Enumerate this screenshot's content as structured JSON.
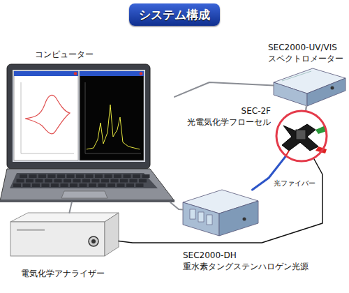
{
  "diagram": {
    "title": "システム構成",
    "nodes": [
      {
        "text": [
          "コンピューター"
        ]
      },
      {
        "text": [
          "SEC2000-UV/VIS",
          "スペクトロメーター"
        ]
      },
      {
        "text": [
          "SEC-2F",
          "光電気化学フローセル"
        ]
      },
      {
        "text": [
          "SEC2000-DH",
          "重水素タングステンハロゲン光源"
        ]
      },
      {
        "text": [
          "電気化学アナライザー"
        ]
      }
    ],
    "edges": [
      {
        "from": 0,
        "to": 1,
        "arrow": "none"
      },
      {
        "from": 0,
        "to": 3,
        "arrow": "none"
      },
      {
        "from": 4,
        "to": 0,
        "arrow": "none"
      },
      {
        "from": 1,
        "to": 2,
        "arrow": "none"
      },
      {
        "from": 3,
        "to": 2,
        "arrow": "none",
        "label": "光ファイバー"
      },
      {
        "from": 4,
        "to": 2,
        "arrow": "none"
      }
    ]
  }
}
